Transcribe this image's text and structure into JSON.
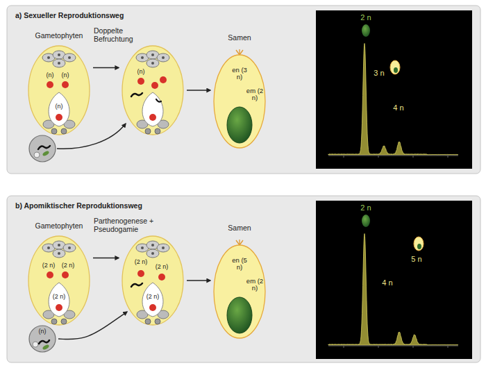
{
  "diagram": {
    "nodes": [
      {
        "text": [
          "a) Sexueller Reproduktionsweg"
        ]
      },
      {
        "text": [
          "Gametophyten",
          "(n)",
          "(n)",
          "(n)"
        ],
        "in": 0
      },
      {
        "text": [
          "(n)"
        ],
        "in": 0
      },
      {
        "text": [
          "Samen",
          "en (3 n)",
          "em (2 n)"
        ],
        "in": 0
      },
      {
        "text": [
          "2 n",
          "3 n",
          "4 n"
        ],
        "in": 0
      },
      {
        "text": [
          "b) Apomiktischer Reproduktionsweg"
        ]
      },
      {
        "text": [
          "Gametophyten",
          "(2 n)",
          "(2 n)",
          "(2 n)"
        ],
        "in": 5
      },
      {
        "text": [
          "(n)"
        ],
        "in": 5
      },
      {
        "text": [
          "(2 n)",
          "(2 n)",
          "(2 n)"
        ],
        "in": 5
      },
      {
        "text": [
          "Samen",
          "en (5 n)",
          "em (2 n)"
        ],
        "in": 5
      },
      {
        "text": [
          "2 n",
          "4 n",
          "5 n"
        ],
        "in": 5
      }
    ],
    "edges": [
      {
        "from": 1,
        "to": 2,
        "label": "Doppelte Befruchtung",
        "arrow": "to"
      },
      {
        "from": 2,
        "to": 3,
        "arrow": "to"
      },
      {
        "from": 6,
        "to": 8,
        "label": "Parthenogenese + Pseudogamie",
        "arrow": "to"
      },
      {
        "from": 7,
        "to": 8,
        "arrow": "to"
      },
      {
        "from": 8,
        "to": 9,
        "arrow": "to"
      }
    ]
  }
}
